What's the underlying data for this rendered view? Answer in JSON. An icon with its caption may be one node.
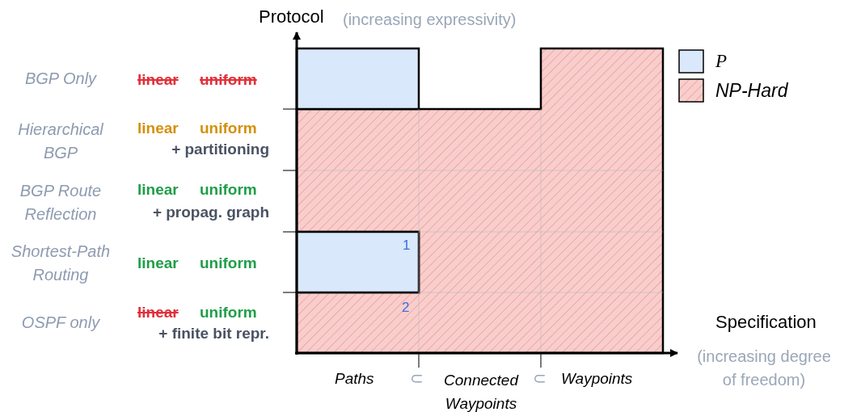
{
  "diagram": {
    "labels": [
      "Protocol",
      "(increasing expressivity)",
      "BGP Only",
      "linear",
      "uniform",
      "Hierarchical BGP",
      "linear",
      "uniform",
      "+ partitioning",
      "BGP Route Reflection",
      "linear",
      "uniform",
      "+ propag. graph",
      "Shortest-Path Routing",
      "1",
      "linear",
      "uniform",
      "OSPF only",
      "linear",
      "uniform",
      "+ finite bit repr.",
      "2",
      "Specification",
      "(increasing degree of freedom)",
      "Paths",
      "⊂",
      "Connected Waypoints",
      "⊂",
      "Waypoints"
    ],
    "legend": [
      {
        "text": "P",
        "color": "#dae8fc"
      },
      {
        "text": "NP-Hard",
        "color": "#f8cecc"
      }
    ]
  }
}
